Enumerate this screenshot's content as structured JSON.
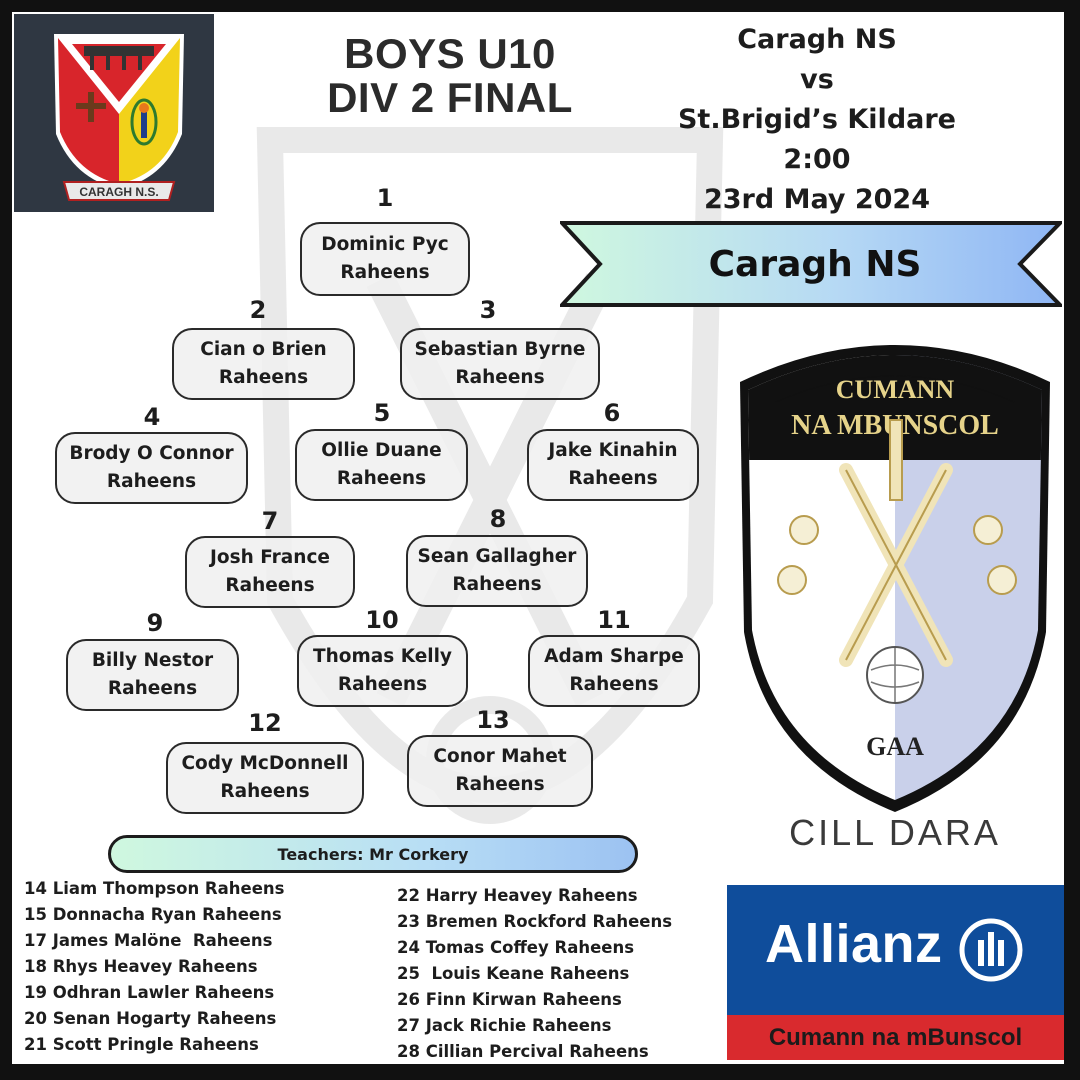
{
  "crest": {
    "label": "CARAGH N.S."
  },
  "title": {
    "line1": "BOYS U10",
    "line2": "DIV 2 FINAL"
  },
  "match": {
    "home": "Caragh NS",
    "vs": "vs",
    "away": "St.Brigid’s Kildare",
    "time": "2:00",
    "date": "23rd May 2024"
  },
  "team_banner": {
    "label": "Caragh NS"
  },
  "players": [
    {
      "num": "1",
      "name": "Dominic Pyc",
      "club": "Raheens"
    },
    {
      "num": "2",
      "name": "Cian o Brien",
      "club": "Raheens"
    },
    {
      "num": "3",
      "name": "Sebastian Byrne",
      "club": "Raheens"
    },
    {
      "num": "4",
      "name": "Brody O Connor",
      "club": "Raheens"
    },
    {
      "num": "5",
      "name": "Ollie Duane",
      "club": "Raheens"
    },
    {
      "num": "6",
      "name": "Jake Kinahin",
      "club": "Raheens"
    },
    {
      "num": "7",
      "name": "Josh France",
      "club": "Raheens"
    },
    {
      "num": "8",
      "name": "Sean Gallagher",
      "club": "Raheens"
    },
    {
      "num": "9",
      "name": "Billy Nestor",
      "club": "Raheens"
    },
    {
      "num": "10",
      "name": "Thomas Kelly",
      "club": "Raheens"
    },
    {
      "num": "11",
      "name": "Adam Sharpe",
      "club": "Raheens"
    },
    {
      "num": "12",
      "name": "Cody McDonnell",
      "club": "Raheens"
    },
    {
      "num": "13",
      "name": "Conor Mahet",
      "club": "Raheens"
    }
  ],
  "teachers": "Teachers: Mr Corkery",
  "subs_left": [
    "14 Liam Thompson Raheens",
    "15 Donnacha Ryan Raheens",
    "17 James Malöne  Raheens",
    "18 Rhys Heavey Raheens",
    "19 Odhran Lawler Raheens",
    "20 Senan Hogarty Raheens",
    "21 Scott Pringle Raheens"
  ],
  "subs_right": [
    "22 Harry Heavey Raheens",
    "23 Bremen Rockford Raheens",
    "24 Tomas Coffey Raheens",
    "25  Louis Keane Raheens",
    "26 Finn Kirwan Raheens",
    "27 Jack Richie Raheens",
    "28 Cillian Percival Raheens"
  ],
  "cnb_logo": {
    "top_text": "CUMANN NA MBUNSCOL",
    "gaa": "GAA",
    "county": "CILL DARA"
  },
  "sponsor": {
    "name": "Allianz",
    "subtitle": "Cumann na mBunscol"
  },
  "colors": {
    "crest_red": "#d8252b",
    "crest_yellow": "#f2d21a",
    "sponsor_blue": "#0f4d9b",
    "sponsor_red": "#d92a2e",
    "banner_start": "#cff8df",
    "banner_end": "#8fb6f4"
  }
}
